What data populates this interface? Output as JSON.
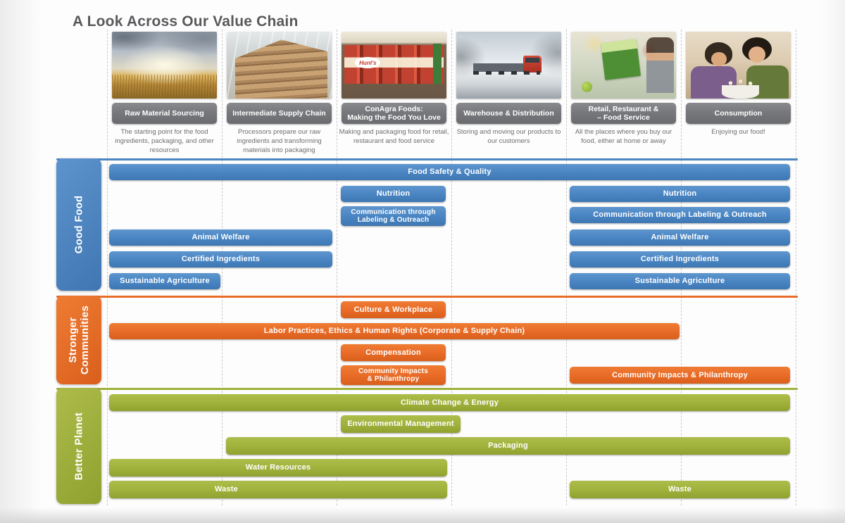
{
  "title": "A Look Across Our Value Chain",
  "colors": {
    "good_food_blue": "#4a86c4",
    "stronger_communities_orange": "#e96c28",
    "better_planet_green": "#a1b23c",
    "stage_header_gray": "#77787b"
  },
  "columns": [
    {
      "label": "Raw Material Sourcing",
      "description": "The starting point for the food ingredients, packaging, and other resources",
      "photo": "Wheat field under a dramatic cloudy sky"
    },
    {
      "label": "Intermediate Supply Chain",
      "description": "Processors prepare our raw ingredients and transforming materials into packaging",
      "photo": "Stacked burlap sacks in a warehouse"
    },
    {
      "label": "ConAgra Foods:\nMaking the Food You Love",
      "description": "Making and packaging food for retail, restaurant and food service",
      "photo": "Hunt's canned goods on a store shelf",
      "photo_text": "Hunt's"
    },
    {
      "label": "Warehouse & Distribution",
      "description": "Storing and moving our products to our customers",
      "photo": "Red semi truck on a snowy highway"
    },
    {
      "label": "Retail, Restaurant &\n– Food Service",
      "description": "All the places where you buy our food, either at home or away",
      "photo": "Shopper holding a Healthy Choice package"
    },
    {
      "label": "Consumption",
      "description": "Enjoying our food!",
      "photo": "Two friends laughing and sharing a bowl of popcorn"
    }
  ],
  "sections": [
    {
      "label": "Good Food",
      "color": "#4a86c4",
      "bars": [
        {
          "label": "Food Safety & Quality",
          "cols": [
            1,
            6
          ]
        },
        {
          "label": "Nutrition",
          "cols": [
            3,
            3
          ]
        },
        {
          "label": "Nutrition",
          "cols": [
            5,
            6
          ]
        },
        {
          "label": "Communication through\nLabeling & Outreach",
          "cols": [
            3,
            3
          ]
        },
        {
          "label": "Communication through Labeling & Outreach",
          "cols": [
            5,
            6
          ]
        },
        {
          "label": "Animal Welfare",
          "cols": [
            1,
            2
          ]
        },
        {
          "label": "Animal Welfare",
          "cols": [
            5,
            6
          ]
        },
        {
          "label": "Certified Ingredients",
          "cols": [
            1,
            2
          ]
        },
        {
          "label": "Certified Ingredients",
          "cols": [
            5,
            6
          ]
        },
        {
          "label": "Sustainable Agriculture",
          "cols": [
            1,
            1
          ]
        },
        {
          "label": "Sustainable Agriculture",
          "cols": [
            5,
            6
          ]
        }
      ]
    },
    {
      "label": "Stronger\nCommunities",
      "color": "#e96c28",
      "bars": [
        {
          "label": "Culture & Workplace",
          "cols": [
            3,
            3
          ]
        },
        {
          "label": "Labor Practices, Ethics & Human Rights (Corporate & Supply Chain)",
          "cols": [
            1,
            5
          ]
        },
        {
          "label": "Compensation",
          "cols": [
            3,
            3
          ]
        },
        {
          "label": "Community Impacts\n& Philanthropy",
          "cols": [
            3,
            3
          ]
        },
        {
          "label": "Community Impacts & Philanthropy",
          "cols": [
            5,
            6
          ]
        }
      ]
    },
    {
      "label": "Better Planet",
      "color": "#a1b23c",
      "bars": [
        {
          "label": "Climate Change & Energy",
          "cols": [
            1,
            6
          ]
        },
        {
          "label": "Environmental Management",
          "cols": [
            3,
            3
          ]
        },
        {
          "label": "Packaging",
          "cols": [
            2,
            6
          ]
        },
        {
          "label": "Water Resources",
          "cols": [
            1,
            3
          ]
        },
        {
          "label": "Waste",
          "cols": [
            1,
            3
          ]
        },
        {
          "label": "Waste",
          "cols": [
            5,
            6
          ]
        }
      ]
    }
  ]
}
